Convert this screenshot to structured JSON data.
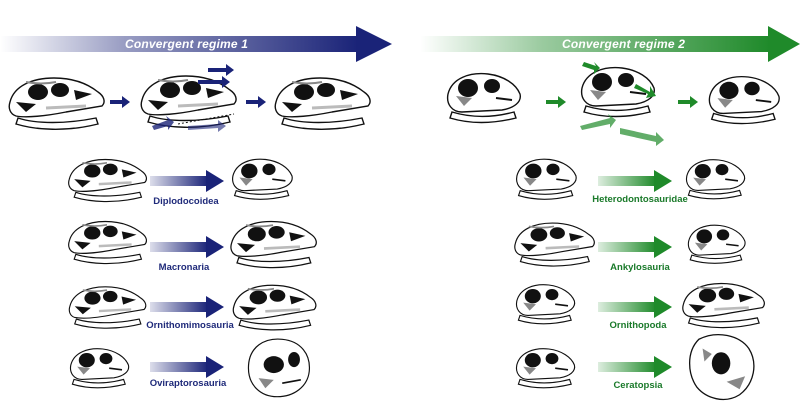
{
  "regime1": {
    "title": "Convergent regime 1",
    "color": "#1a2378",
    "clades": [
      "Diplodocoidea",
      "Macronaria",
      "Ornithomimosauria",
      "Oviraptorosauria"
    ]
  },
  "regime2": {
    "title": "Convergent regime 2",
    "color": "#1f8a2a",
    "clades": [
      "Heterodontosauridae",
      "Ankylosauria",
      "Ornithopoda",
      "Ceratopsia"
    ]
  }
}
